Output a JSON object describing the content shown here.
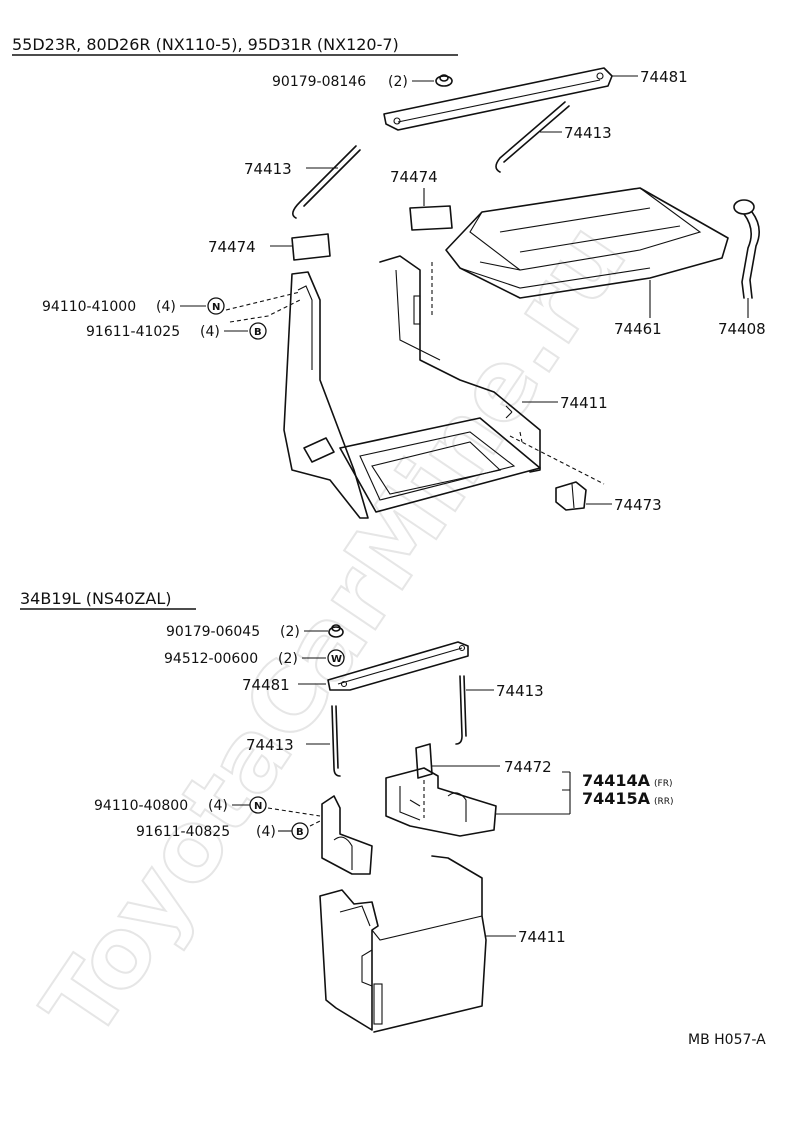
{
  "watermark": "ToyotaCarMine.ru",
  "figure_code": "MB H057-A",
  "section_top": {
    "title": "55D23R, 80D26R (NX110-5), 95D31R (NX120-7)",
    "labels": {
      "bolt_nut": "90179-08146",
      "bolt_nut_qty": "(2)",
      "clamp": "74481",
      "rod_right": "74413",
      "rod_left": "74413",
      "pad_right": "74474",
      "pad_left": "74474",
      "cover": "74461",
      "hose": "74408",
      "nut_n": "94110-41000",
      "nut_n_qty": "(4)",
      "bolt_b": "91611-41025",
      "bolt_b_qty": "(4)",
      "tray": "74411",
      "clip": "74473"
    },
    "symbols": {
      "n": "N",
      "b": "B"
    }
  },
  "section_bottom": {
    "title": "34B19L (NS40ZAL)",
    "labels": {
      "nut": "90179-06045",
      "nut_qty": "(2)",
      "washer": "94512-00600",
      "washer_qty": "(2)",
      "clamp": "74481",
      "rod_right": "74413",
      "rod_left": "74413",
      "pad": "74472",
      "bracket_fr": "74414A",
      "bracket_fr_tag": "(FR)",
      "bracket_rr": "74415A",
      "bracket_rr_tag": "(RR)",
      "nut_n": "94110-40800",
      "nut_n_qty": "(4)",
      "bolt_b": "91611-40825",
      "bolt_b_qty": "(4)",
      "tray": "74411"
    },
    "symbols": {
      "n": "N",
      "b": "B",
      "w": "W"
    }
  }
}
